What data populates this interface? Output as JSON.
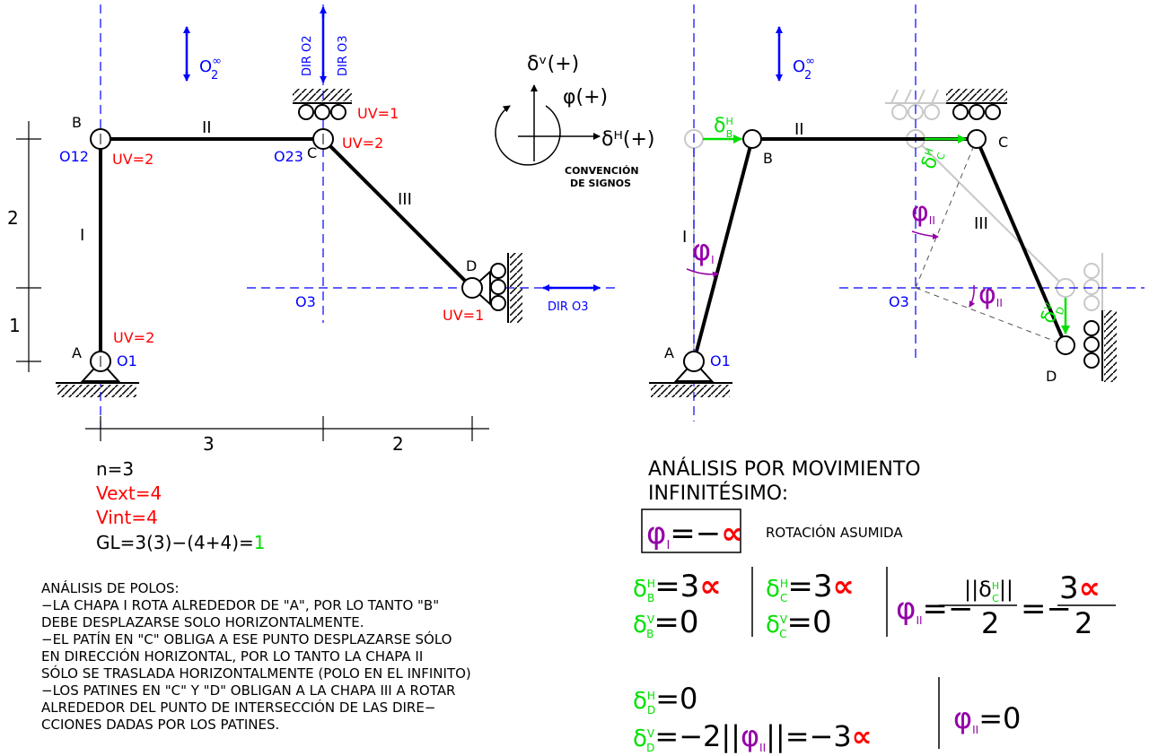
{
  "colors": {
    "black": "#000000",
    "blue": "#0000ff",
    "red": "#ff0000",
    "green": "#00e000",
    "purple": "#9400a8",
    "grey": "#c8c8c8"
  },
  "left": {
    "nodes": {
      "a": "A",
      "b": "B",
      "c": "C",
      "d": "D"
    },
    "poles": {
      "o1": "O1",
      "o12": "O12",
      "o23": "O23",
      "o3": "O3",
      "o2_inf_base": "O",
      "o2_inf_sup": "∞",
      "o2_inf_sub": "2"
    },
    "plates": {
      "i": "I",
      "ii": "II",
      "iii": "III"
    },
    "uv": {
      "a": "UV=2",
      "b": "UV=2",
      "c1": "UV=1",
      "c2": "UV=2",
      "d": "UV=1"
    },
    "dirs": {
      "dir_o2": "DIR O2",
      "dir_o3_vertical": "DIR O3",
      "dir_o3_horizontal": "DIR O3"
    },
    "dims": {
      "h_top": "2",
      "h_bottom": "1",
      "w_left": "3",
      "w_right": "2"
    }
  },
  "convention": {
    "dv_label": "δᵛ(+)",
    "phi_label": "φ(+)",
    "dh_label": "δᴴ(+)",
    "caption_line1": "CONVENCIÓN",
    "caption_line2": "DE SIGNOS"
  },
  "counts": {
    "n": "n=3",
    "vext": "Vext=4",
    "vint": "Vint=4",
    "gl_expr": "GL=3(3)−(4+4)=",
    "gl_value": "1"
  },
  "poles_analysis": {
    "title": "ANÁLISIS DE POLOS:",
    "lines": [
      "−LA CHAPA I ROTA ALREDEDOR DE \"A\", POR LO TANTO \"B\"",
      "DEBE DESPLAZARSE SOLO HORIZONTALMENTE.",
      "−EL PATÍN EN \"C\" OBLIGA A ESE PUNTO DESPLAZARSE SÓLO",
      "EN DIRECCIÓN HORIZONTAL, POR LO TANTO LA CHAPA II",
      "SÓLO SE TRASLADA HORIZONTALMENTE (POLO EN EL INFINITO)",
      "−LOS PATINES EN \"C\" Y \"D\" OBLIGAN A LA CHAPA III A ROTAR",
      "ALREDEDOR DEL PUNTO DE INTERSECCIÓN DE LAS DIRE−",
      "CCIONES DADAS POR LOS PATINES."
    ]
  },
  "right": {
    "nodes": {
      "a": "A",
      "b": "B",
      "c": "C",
      "d": "D"
    },
    "poles": {
      "o1": "O1",
      "o3": "O3",
      "o2_inf_base": "O",
      "o2_inf_sup": "∞",
      "o2_inf_sub": "2"
    },
    "plates": {
      "i": "I",
      "ii": "II",
      "iii": "III"
    },
    "labels": {
      "phi": "φ",
      "sub_i": "I",
      "sub_ii": "II",
      "delta": "δ",
      "sup_h": "H",
      "sub_b": "B",
      "sub_c": "C",
      "sub_d": "D",
      "sup_v": "V"
    }
  },
  "analysis": {
    "title_line1": "ANÁLISIS POR MOVIMIENTO",
    "title_line2": "INFINITÉSIMO:",
    "assumed_lhs": "=−",
    "assumed_rhs": "∝",
    "assumed_caption": "ROTACIÓN ASUMIDA",
    "eq_bh_val": "=3",
    "eq_bv_val": "=0",
    "eq_ch_val": "=3",
    "eq_cv_val": "=0",
    "alpha": "∝",
    "phi3_eq": "=−",
    "phi3_num": "||δ",
    "phi3_num_close": "||",
    "phi3_den": "2",
    "phi3_eq2": "=−",
    "phi3_num2": "3",
    "phi3_den2": "2",
    "eq_dh_val": "=0",
    "eq_dv_val": "=−2||",
    "eq_dv_close": "||=−3",
    "phi2_val": "=0"
  }
}
